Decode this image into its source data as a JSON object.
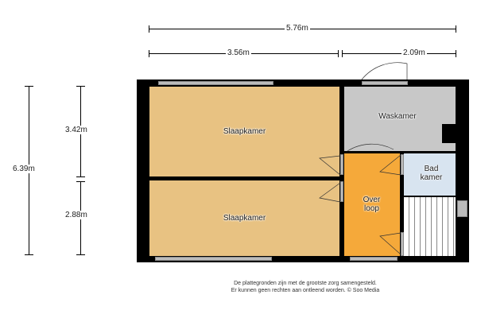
{
  "dimensions": {
    "total_width": "5.76m",
    "left_width": "3.56m",
    "right_width": "2.09m",
    "total_depth": "6.39m",
    "top_depth": "3.42m",
    "bottom_depth": "2.88m"
  },
  "rooms": {
    "bedroom_top": "Slaapkamer",
    "bedroom_bottom": "Slaapkamer",
    "laundry": "Waskamer",
    "bathroom_1": "Bad",
    "bathroom_2": "kamer",
    "landing_1": "Over",
    "landing_2": "loop"
  },
  "colors": {
    "bedroom": "#e8c282",
    "laundry": "#c8c8c8",
    "landing": "#f5a93a",
    "bathroom": "#d8e4f0"
  },
  "disclaimer": {
    "line1": "De plattegronden zijn met de grootste zorg samengesteld.",
    "line2": "Er kunnen geen rechten aan ontleend worden. © Soo Media"
  }
}
